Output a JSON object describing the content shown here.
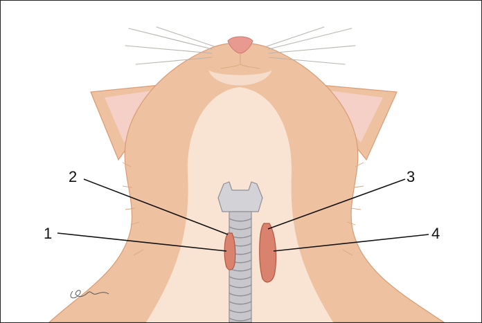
{
  "figure": {
    "callouts": [
      {
        "id": "1",
        "label": "1"
      },
      {
        "id": "2",
        "label": "2"
      },
      {
        "id": "3",
        "label": "3"
      },
      {
        "id": "4",
        "label": "4"
      }
    ],
    "colors": {
      "fur": "#eec1a0",
      "fur_outline": "#d89b73",
      "throat": "#f9e4d4",
      "ear_inner": "#f5d0c6",
      "nose": "#e99a90",
      "trachea": "#c8c8cc",
      "trachea_ring": "#8e8e96",
      "gland": "#d9826d",
      "gland_outline": "#b4563f"
    },
    "icons": [
      "cat-head-illustration",
      "trachea-illustration",
      "thyroid-gland-illustration",
      "artist-signature"
    ]
  }
}
